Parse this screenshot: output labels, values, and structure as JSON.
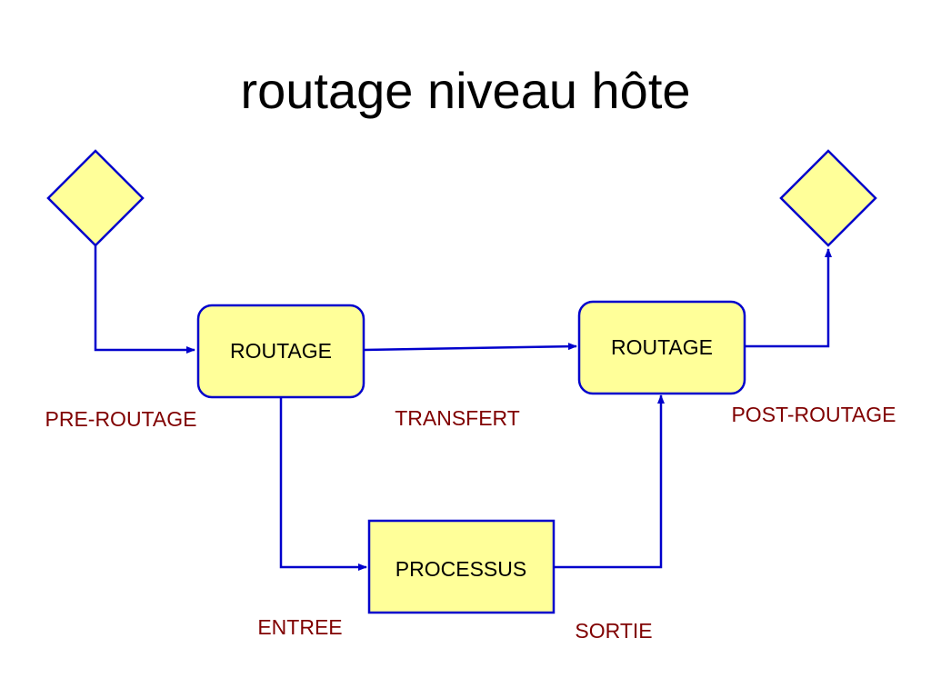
{
  "slide": {
    "title": "routage niveau hôte"
  },
  "nodes": {
    "routage_left": "ROUTAGE",
    "routage_right": "ROUTAGE",
    "processus": "PROCESSUS"
  },
  "stage_labels": {
    "pre_routage": "PRE-ROUTAGE",
    "transfert": "TRANSFERT",
    "post_routage": "POST-ROUTAGE",
    "entree": "ENTREE",
    "sortie": "SORTIE"
  },
  "colors": {
    "node_fill": "#FFFF99",
    "node_stroke": "#0000CC",
    "connector": "#0000CC",
    "stage_label_text": "#800000",
    "node_label_text": "#000000"
  }
}
